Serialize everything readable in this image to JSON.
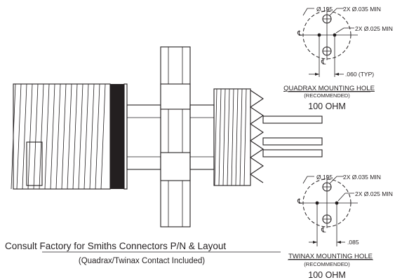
{
  "consult_note": {
    "main": "Consult Factory for Smiths Connectors P/N  & Layout",
    "sub": "(Quadrax/Twinax Contact Included)"
  },
  "quadrax_detail": {
    "diameter_label": "Ø.195",
    "pin_large_label": "2X Ø.035 MIN",
    "pin_small_label": "2X Ø.025 MIN",
    "centerline_symbol": "℄",
    "spacing_label": ".060 (TYP)",
    "title": "QUADRAX  MOUNTING  HOLE",
    "subtitle": "(RECOMMENDED)",
    "impedance": "100 OHM"
  },
  "twinax_detail": {
    "diameter_label": "Ø.195",
    "pin_large_label": "2X Ø.035 MIN",
    "pin_small_label": "2X Ø.025 MIN",
    "centerline_symbol": "℄",
    "spacing_label": ".085",
    "title": "TWINAX  MOUNTING  HOLE",
    "subtitle": "(RECOMMENDED)",
    "impedance": "100 OHM"
  },
  "colors": {
    "line": "#231f20",
    "background": "#ffffff"
  }
}
